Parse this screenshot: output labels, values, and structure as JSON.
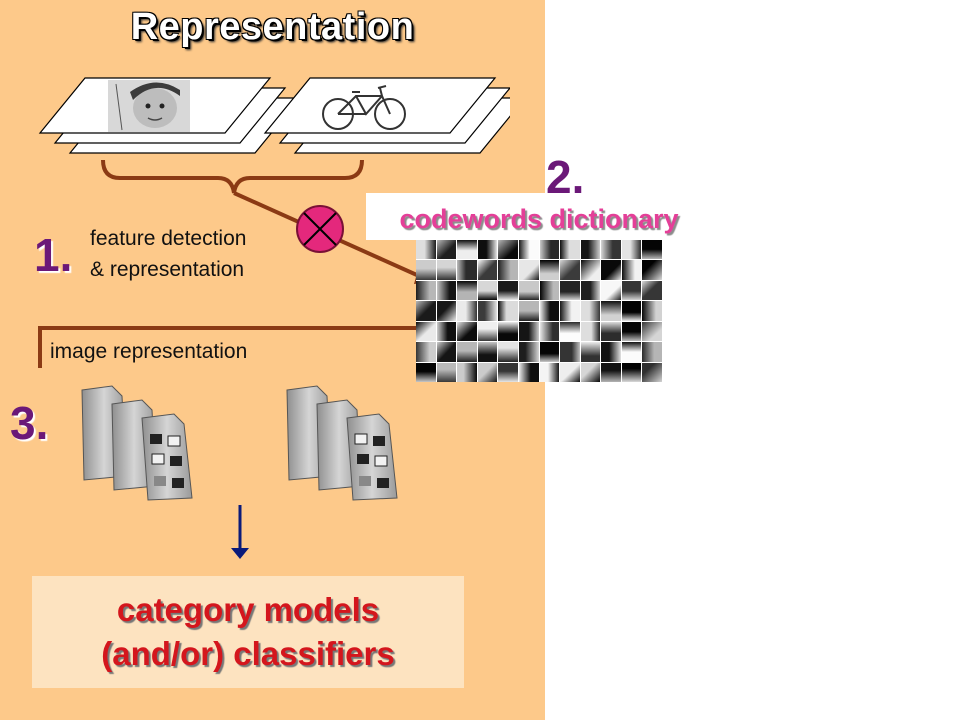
{
  "title": "Representation",
  "steps": {
    "one": "1.",
    "two": "2.",
    "three": "3."
  },
  "feature_label": [
    "feature detection",
    "& representation"
  ],
  "dictionary_label": "codewords dictionary",
  "image_rep_label": "image representation",
  "output_label": [
    "category models",
    "(and/or) classifiers"
  ],
  "colors": {
    "panel": "#fdc98a",
    "step_number": "#6b1878",
    "dictionary_text": "#e43f98",
    "output_text": "#d4161d",
    "connector": "#8b3a14",
    "arrow": "#0a1a7a"
  }
}
